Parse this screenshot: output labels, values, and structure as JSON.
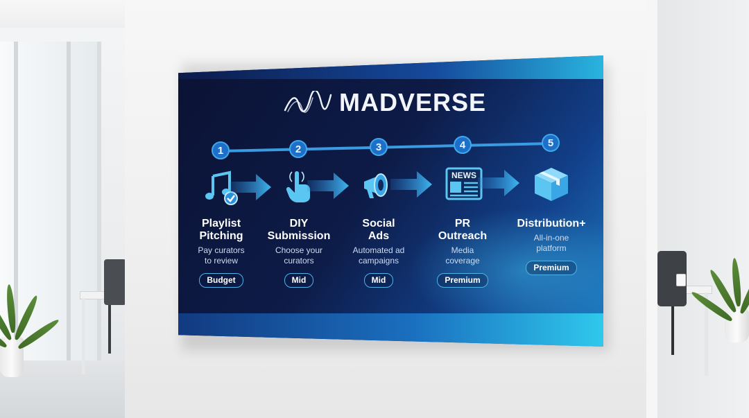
{
  "panel": {
    "brand": "MADVERSE"
  },
  "steps": [
    {
      "number": "1",
      "title_line1": "Playlist",
      "title_line2": "Pitching",
      "desc_line1": "Pay curators",
      "desc_line2": "to review",
      "tier": "Budget",
      "icon": "music-note-check-icon"
    },
    {
      "number": "2",
      "title_line1": "DIY",
      "title_line2": "Submission",
      "desc_line1": "Choose your",
      "desc_line2": "curators",
      "tier": "Mid",
      "icon": "pointing-hand-icon"
    },
    {
      "number": "3",
      "title_line1": "Social",
      "title_line2": "Ads",
      "desc_line1": "Automated ad",
      "desc_line2": "campaigns",
      "tier": "Mid",
      "icon": "megaphone-icon"
    },
    {
      "number": "4",
      "title_line1": "PR",
      "title_line2": "Outreach",
      "desc_line1": "Media",
      "desc_line2": "coverage",
      "tier": "Premium",
      "icon": "newspaper-icon",
      "icon_text": "NEWS"
    },
    {
      "number": "5",
      "title_line1": "Distribution+",
      "title_line2": "",
      "desc_line1": "All-in-one",
      "desc_line2": "platform",
      "tier": "Premium",
      "icon": "package-box-icon"
    }
  ],
  "colors": {
    "panel_dark": "#0b1334",
    "panel_accent": "#2cc2ea",
    "icon_blue": "#5cc6f2"
  }
}
